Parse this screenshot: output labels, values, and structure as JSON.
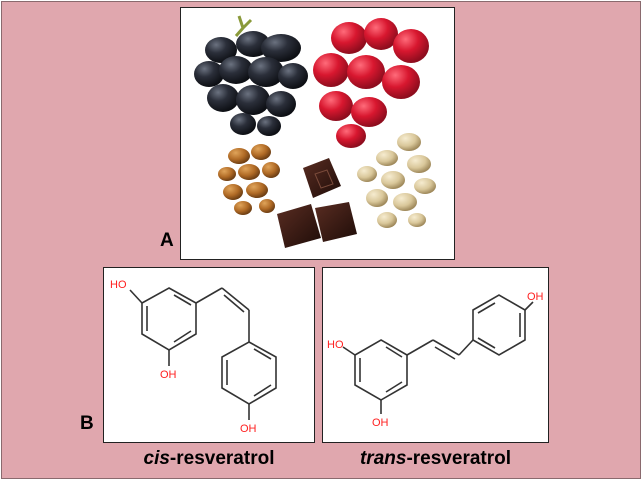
{
  "figure": {
    "panel_a_label": "A",
    "panel_b_label": "B",
    "molecules": [
      {
        "prefix": "cis",
        "suffix": "-resveratrol",
        "hydroxyl_label": "OH",
        "hydroxyl_label_left": "HO"
      },
      {
        "prefix": "trans",
        "suffix": "-resveratrol",
        "hydroxyl_label": "OH",
        "hydroxyl_label_left": "HO"
      }
    ],
    "colors": {
      "background": "#e0a7ae",
      "hydroxyl": "#ff2020",
      "bond": "#333333"
    }
  }
}
